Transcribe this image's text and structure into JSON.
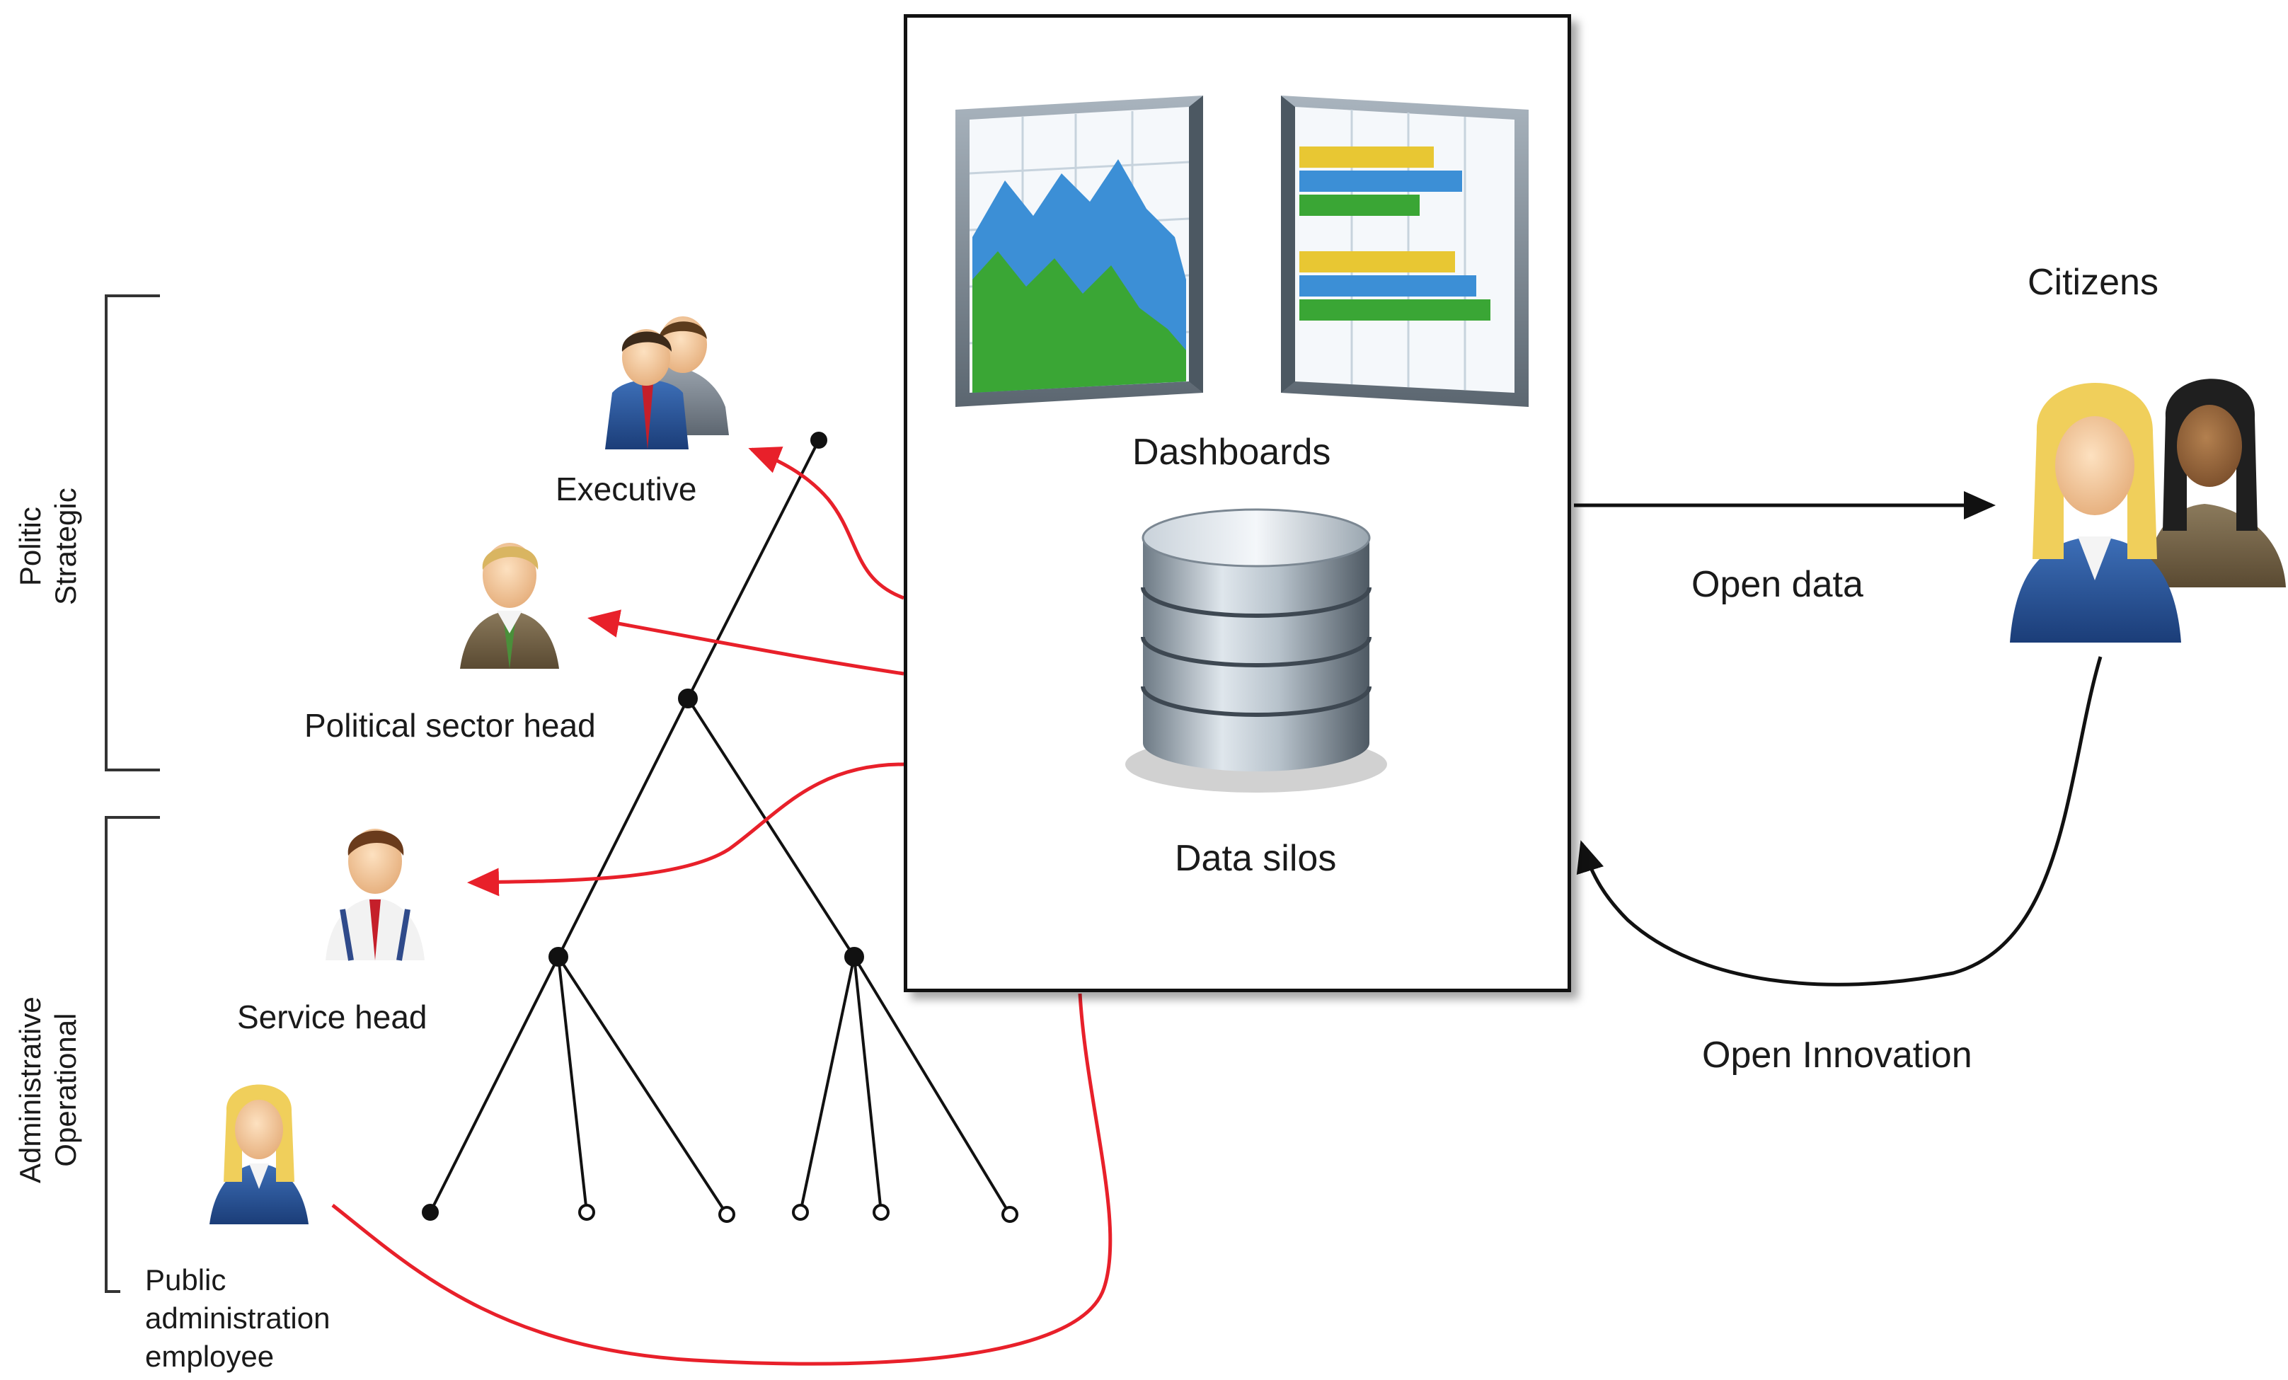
{
  "groups": {
    "strategic": {
      "line1": "Politic",
      "line2": "Strategic"
    },
    "operational": {
      "line1": "Administrative",
      "line2": "Operational"
    }
  },
  "roles": {
    "executive": "Executive",
    "political_sector_head": "Political sector head",
    "service_head": "Service head",
    "employee": [
      "Public",
      "administration",
      "employee"
    ]
  },
  "platform": {
    "dashboards": "Dashboards",
    "data_silos": "Data silos"
  },
  "citizens": {
    "label": "Citizens",
    "open_data": "Open data",
    "open_innovation": "Open Innovation"
  },
  "icons": {
    "executive": "business-people-icon",
    "political_sector_head": "businessman-icon",
    "service_head": "manager-icon",
    "employee": "female-employee-icon",
    "citizens": "citizens-group-icon",
    "area_chart": "area-chart-icon",
    "bar_chart": "bar-chart-icon",
    "database": "database-icon"
  },
  "colors": {
    "red_flow": "#e8202a",
    "black_flow": "#111111",
    "chart_green": "#3aa635",
    "chart_blue": "#3c8fd6",
    "chart_yellow": "#e8c733"
  }
}
